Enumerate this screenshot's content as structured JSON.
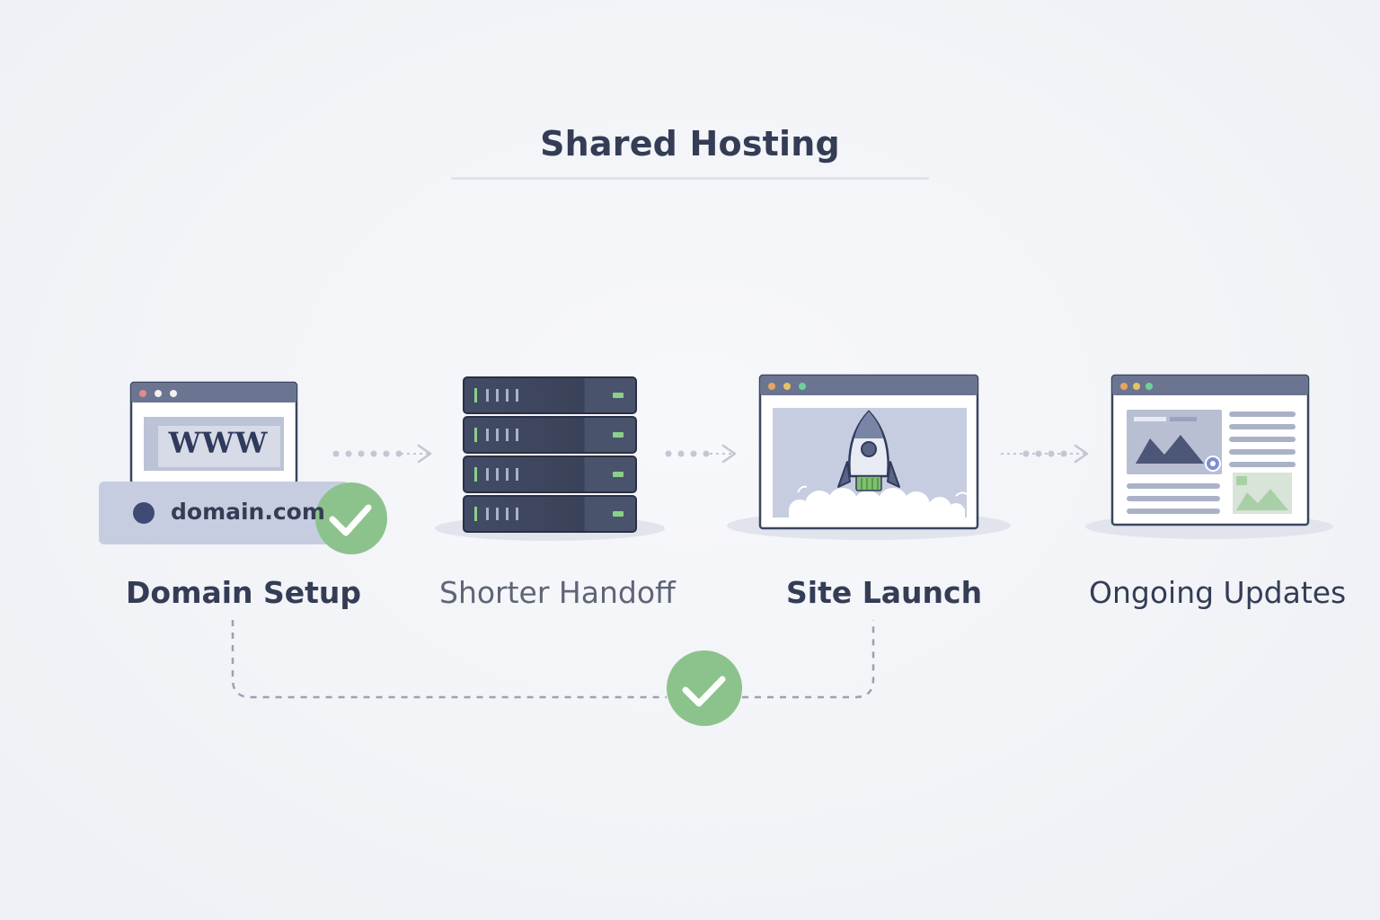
{
  "title": "Shared Hosting",
  "stages": [
    {
      "label": "Domain Setup",
      "icon": "browser-domain-icon"
    },
    {
      "label": "Shorter Handoff",
      "icon": "server-rack-icon"
    },
    {
      "label": "Site Launch",
      "icon": "rocket-launch-icon"
    },
    {
      "label": "Ongoing Updates",
      "icon": "website-layout-icon"
    }
  ],
  "domain_card": {
    "www": "WWW",
    "domain": "domain.com"
  },
  "colors": {
    "title": "#343d55",
    "accent_green": "#8cc38c",
    "navy": "#3a4560",
    "window_bar": "#6b7591"
  }
}
